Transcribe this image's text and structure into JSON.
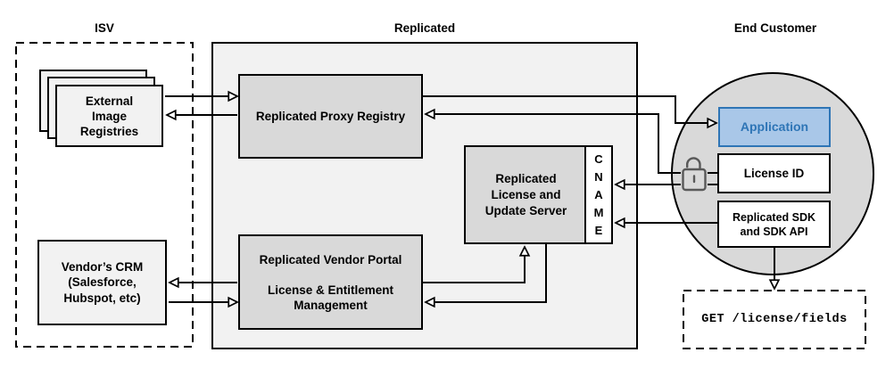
{
  "sections": {
    "isv": {
      "label": "ISV"
    },
    "replicated": {
      "label": "Replicated"
    },
    "end_customer": {
      "label": "End Customer"
    }
  },
  "boxes": {
    "external_image_registries": {
      "label": "External\nImage\nRegistries"
    },
    "vendors_crm": {
      "label": "Vendor’s CRM\n(Salesforce,\nHubspot, etc)"
    },
    "proxy_registry": {
      "label": "Replicated Proxy Registry"
    },
    "vendor_portal": {
      "label": "Replicated Vendor Portal\n\nLicense & Entitlement\nManagement"
    },
    "license_update_server": {
      "label": "Replicated\nLicense and\nUpdate Server"
    },
    "cname": {
      "label": "C\nN\nA\nM\nE"
    },
    "application": {
      "label": "Application"
    },
    "license_id": {
      "label": "License ID"
    },
    "replicated_sdk": {
      "label": "Replicated SDK\nand SDK API"
    },
    "get_license_fields": {
      "label": "GET /license/fields"
    }
  },
  "icons": {
    "lock": "unlocked-padlock"
  },
  "colors": {
    "accent_blue": "#2e75b6",
    "accent_blue_fill": "#a9c7e8",
    "panel_gray": "#d9d9d9",
    "panel_light_gray": "#f2f2f2",
    "line_black": "#000000",
    "lock_gray": "#595959"
  },
  "edges": [
    {
      "from": "external-image-registries",
      "to": "replicated-proxy-registry"
    },
    {
      "from": "replicated-proxy-registry",
      "to": "external-image-registries"
    },
    {
      "from": "replicated-vendor-portal",
      "to": "vendors-crm"
    },
    {
      "from": "vendors-crm",
      "to": "replicated-vendor-portal"
    },
    {
      "from": "replicated-proxy-registry",
      "to": "application"
    },
    {
      "from": "license-id",
      "to": "replicated-proxy-registry"
    },
    {
      "from": "license-id",
      "to": "cname"
    },
    {
      "from": "replicated-sdk",
      "to": "cname"
    },
    {
      "from": "replicated-vendor-portal",
      "to": "license-update-server"
    },
    {
      "from": "license-update-server",
      "to": "replicated-vendor-portal"
    },
    {
      "from": "replicated-sdk",
      "to": "get-license-fields"
    }
  ]
}
